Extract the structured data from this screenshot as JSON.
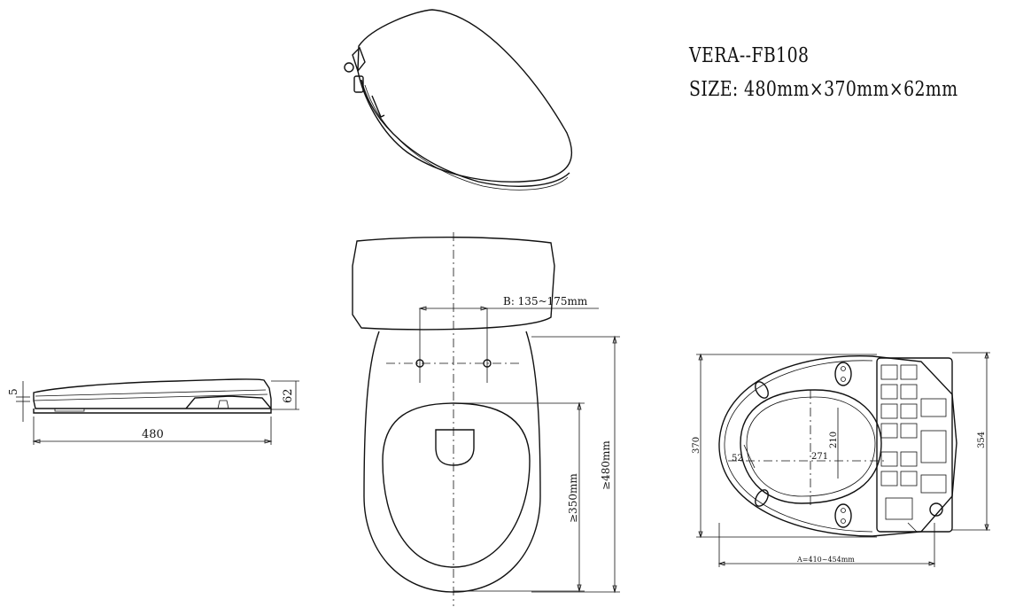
{
  "product": {
    "model": "VERA--FB108",
    "size": "SIZE: 480mm×370mm×62mm"
  },
  "side_view": {
    "height_small": "5",
    "height": "62",
    "length": "480"
  },
  "front_view": {
    "bolt_spacing": "B: 135~175mm",
    "opening_depth": "≥350mm",
    "bowl_depth": "≥480mm"
  },
  "top_view": {
    "width_outer": "370",
    "width_inner": "354",
    "opening_width": "210",
    "opening_length": "271",
    "offset": "52",
    "mount_range": "A=410~454mm"
  }
}
